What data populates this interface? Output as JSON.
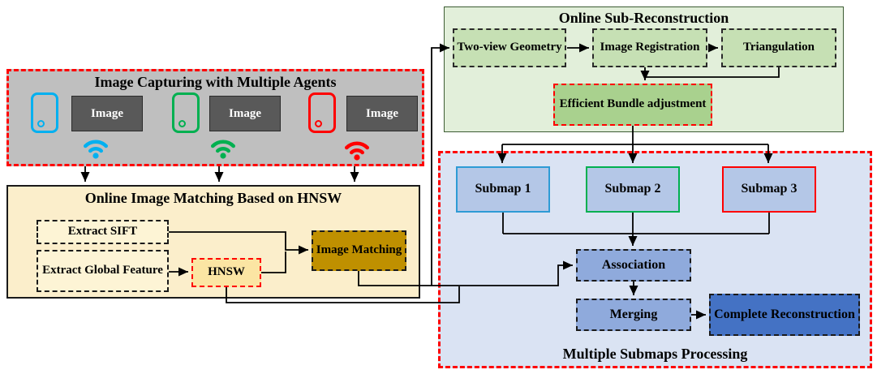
{
  "capture": {
    "title": "Image Capturing with Multiple Agents",
    "agents": [
      {
        "name": "agent-1",
        "color": "#00b0f0",
        "image_label": "Image"
      },
      {
        "name": "agent-2",
        "color": "#00b050",
        "image_label": "Image"
      },
      {
        "name": "agent-3",
        "color": "#ff0000",
        "image_label": "Image"
      }
    ]
  },
  "matching": {
    "title": "Online Image Matching Based on HNSW",
    "nodes": {
      "extract_sift": "Extract SIFT",
      "extract_global_feature": "Extract Global Feature",
      "hnsw": "HNSW",
      "image_matching": "Image Matching"
    }
  },
  "reconstruction": {
    "title": "Online Sub-Reconstruction",
    "nodes": {
      "two_view_geometry": "Two-view Geometry",
      "image_registration": "Image Registration",
      "triangulation": "Triangulation",
      "efficient_bundle_adjustment": "Efficient Bundle adjustment"
    }
  },
  "submaps": {
    "title": "Multiple Submaps Processing",
    "nodes": {
      "submap1": "Submap 1",
      "submap2": "Submap 2",
      "submap3": "Submap 3",
      "association": "Association",
      "merging": "Merging",
      "complete_reconstruction": "Complete Reconstruction"
    }
  },
  "colors": {
    "panel_capture_bg": "#bfbfbf",
    "panel_matching_bg": "#fbeecb",
    "panel_reconstruction_bg": "#e2efda",
    "panel_submaps_bg": "#dae3f3",
    "red_dashed_border": "#ff0000",
    "image_box_bg": "#595959",
    "hnsw_bg": "#fbe5a3",
    "image_matching_bg": "#bf9000",
    "green_node_bg": "#c6e0b4",
    "bundle_bg": "#a9d18e",
    "submap_bg": "#b4c7e7",
    "association_bg": "#8faadc",
    "complete_bg": "#4472c4",
    "agent_blue": "#00b0f0",
    "agent_green": "#00b050",
    "agent_red": "#ff0000"
  }
}
